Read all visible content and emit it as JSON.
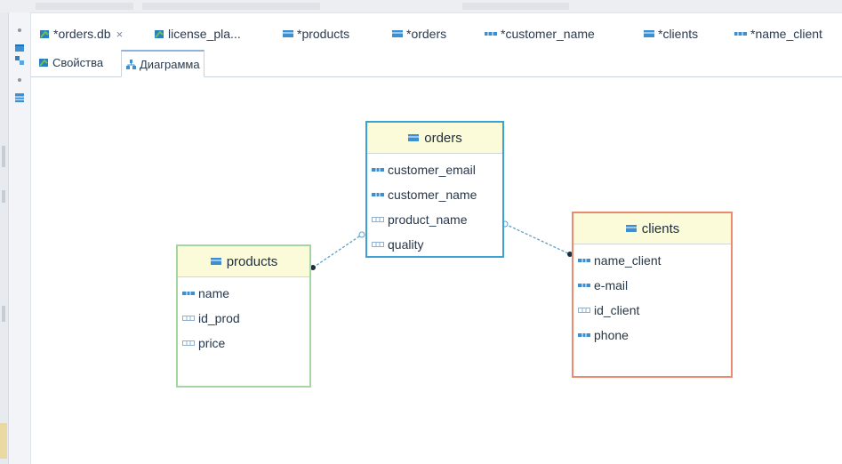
{
  "editor_tabs": [
    {
      "label": "*orders.db",
      "closable": true,
      "icon": "db-file-icon"
    },
    {
      "label": "license_pla...",
      "closable": false,
      "icon": "db-file-icon"
    },
    {
      "label": "*products",
      "closable": false,
      "icon": "table-icon"
    },
    {
      "label": "*orders",
      "closable": false,
      "icon": "table-icon"
    },
    {
      "label": "*customer_name",
      "closable": false,
      "icon": "column-icon"
    },
    {
      "label": "*clients",
      "closable": false,
      "icon": "table-icon"
    },
    {
      "label": "*name_client",
      "closable": false,
      "icon": "column-icon"
    }
  ],
  "close_glyph": "×",
  "sub_tabs": [
    {
      "label": "Свойства",
      "icon": "properties-icon",
      "active": false
    },
    {
      "label": "Диаграмма",
      "icon": "diagram-icon",
      "active": true
    }
  ],
  "diagram": {
    "entities": {
      "orders": {
        "title": "orders",
        "attributes": [
          {
            "name": "customer_email",
            "type": "string"
          },
          {
            "name": "customer_name",
            "type": "string"
          },
          {
            "name": "product_name",
            "type": "number"
          },
          {
            "name": "quality",
            "type": "number"
          }
        ]
      },
      "products": {
        "title": "products",
        "attributes": [
          {
            "name": "name",
            "type": "string"
          },
          {
            "name": "id_prod",
            "type": "number"
          },
          {
            "name": "price",
            "type": "number"
          }
        ]
      },
      "clients": {
        "title": "clients",
        "attributes": [
          {
            "name": "name_client",
            "type": "string"
          },
          {
            "name": "e-mail",
            "type": "string"
          },
          {
            "name": "id_client",
            "type": "number"
          },
          {
            "name": "phone",
            "type": "string"
          }
        ]
      }
    },
    "relations": [
      {
        "from": "products",
        "to": "orders"
      },
      {
        "from": "clients",
        "to": "orders"
      }
    ]
  },
  "colors": {
    "orders_border": "#3aa3d4",
    "products_border": "#a5d6a2",
    "clients_border": "#ea8a6f",
    "entity_header_bg": "#fbfbd9",
    "link_color": "#5aa0c8",
    "accent_blue": "#1f6fc0"
  }
}
